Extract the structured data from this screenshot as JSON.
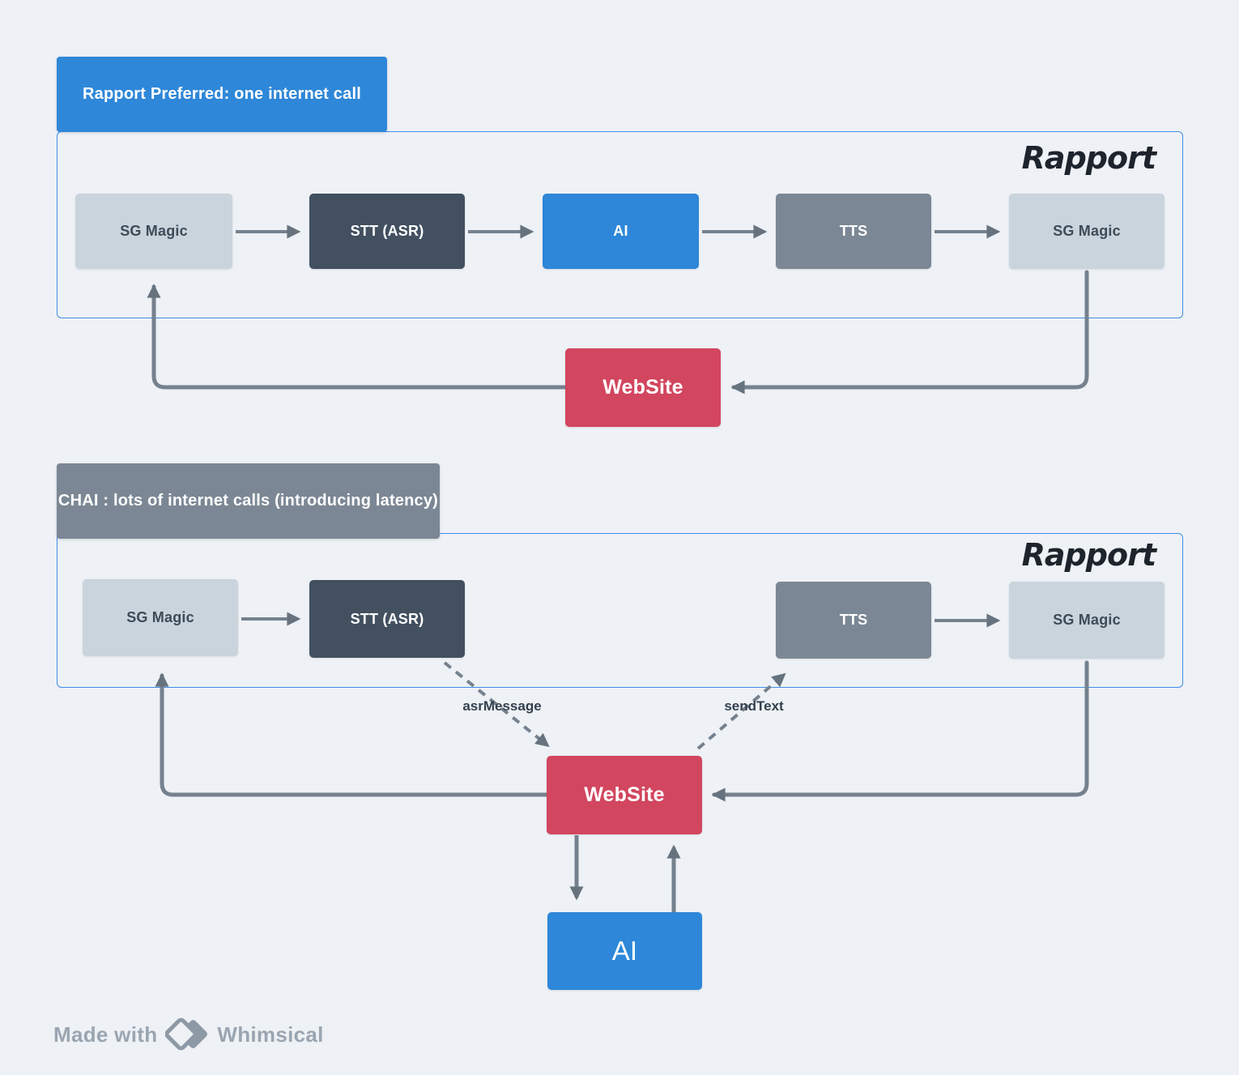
{
  "colors": {
    "background": "#EEF1F5",
    "blue_accent": "#2E87D8",
    "light_node": "#C9D4DC",
    "dark_node": "#425060",
    "gray_node": "#7B8794",
    "red_node": "#D2465F",
    "arrow": "#75818E",
    "container_border": "#3F8DE8",
    "badge_gray": "#9AA5B1"
  },
  "section1": {
    "title": "Rapport Preferred: one internet call",
    "brand": "Rapport",
    "nodes": {
      "sg_magic_left": "SG Magic",
      "stt": "STT (ASR)",
      "ai": "AI",
      "tts": "TTS",
      "sg_magic_right": "SG Magic",
      "website": "WebSite"
    }
  },
  "section2": {
    "title": "CHAI : lots of internet calls (introducing latency)",
    "brand": "Rapport",
    "nodes": {
      "sg_magic_left": "SG Magic",
      "stt": "STT (ASR)",
      "tts": "TTS",
      "sg_magic_right": "SG Magic",
      "website": "WebSite",
      "ai": "AI"
    },
    "edge_labels": {
      "asr_message": "asrMessage",
      "send_text": "sendText"
    }
  },
  "footer": {
    "made_with": "Made with",
    "brand": "Whimsical"
  }
}
